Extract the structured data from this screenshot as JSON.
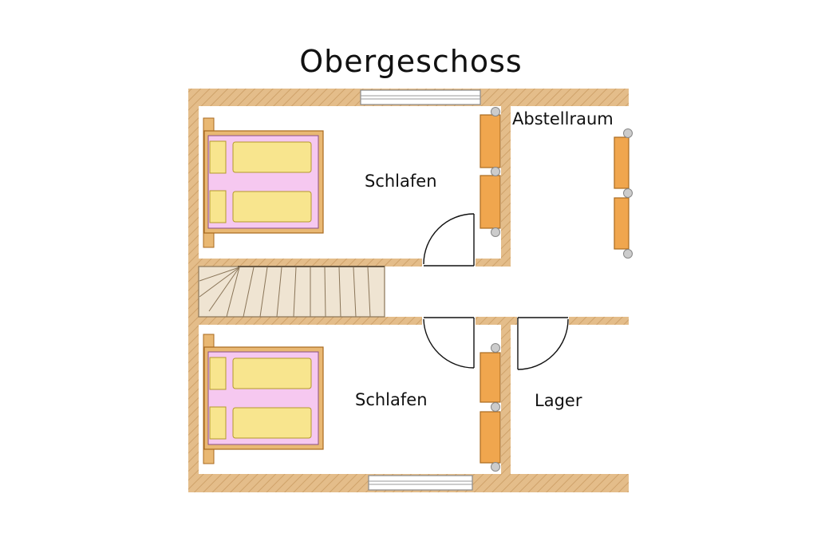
{
  "title": "Obergeschoss",
  "rooms": [
    {
      "id": "schlafen-top",
      "label": "Schlafen"
    },
    {
      "id": "abstellraum",
      "label": "Abstellraum"
    },
    {
      "id": "schlafen-bottom",
      "label": "Schlafen"
    },
    {
      "id": "lager",
      "label": "Lager"
    }
  ],
  "colors": {
    "wall": "#e4bd8a",
    "wall_hatch": "#c99a62",
    "wood": "#f0a64e",
    "wood_stroke": "#a96a1f",
    "bed_frame": "#e9b873",
    "duvet": "#f6c8f0",
    "pillow": "#f8e58e",
    "stair": "#ebdcc5"
  }
}
